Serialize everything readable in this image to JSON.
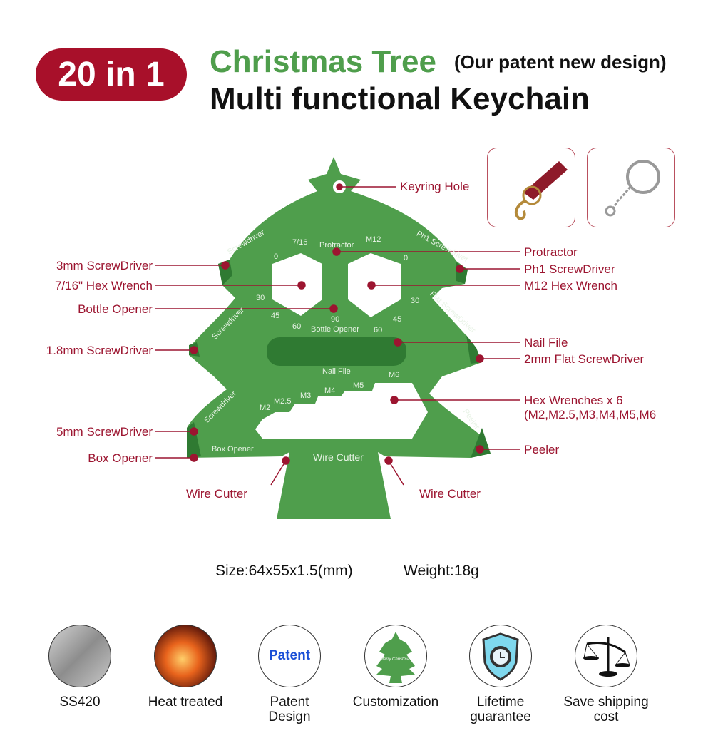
{
  "header": {
    "badge": "20 in 1",
    "title_green": "Christmas Tree",
    "title_note": "(Our patent new design)",
    "title_black": "Multi functional Keychain"
  },
  "colors": {
    "accent_red": "#a8102a",
    "tree_green": "#4f9e4c",
    "annotation_red": "#9c1530"
  },
  "annotations": {
    "keyring_hole": "Keyring Hole",
    "protractor": "Protractor",
    "ph1": "Ph1 ScrewDriver",
    "m12": "M12 Hex Wrench",
    "nail_file": "Nail File",
    "flat2mm": "2mm Flat ScrewDriver",
    "hex6_line1": "Hex Wrenches x 6",
    "hex6_line2": "(M2,M2.5,M3,M4,M5,M6",
    "peeler": "Peeler",
    "sd3mm": "3mm ScrewDriver",
    "hex716": "7/16\" Hex Wrench",
    "bottle": "Bottle Opener",
    "sd18mm": "1.8mm ScrewDriver",
    "sd5mm": "5mm ScrewDriver",
    "box": "Box Opener",
    "wire_left": "Wire Cutter",
    "wire_right": "Wire Cutter"
  },
  "engraving": {
    "screwdriver1": "Screwdriver",
    "screwdriver2": "Screwdriver",
    "screwdriver3": "Screwdriver",
    "s716": "7/16",
    "protractor": "Protractor",
    "m12": "M12",
    "ph1": "Ph1 Screwdriver",
    "flat": "Flat ScrewDriver",
    "d0a": "0",
    "d0b": "0",
    "d30a": "30",
    "d30b": "30",
    "d45a": "45",
    "d45b": "45",
    "d60a": "60",
    "d60b": "60",
    "d90": "90",
    "bottle": "Bottle Opener",
    "nail": "Nail File",
    "m2": "M2",
    "m25": "M2.5",
    "m3": "M3",
    "m4": "M4",
    "m5": "M5",
    "m6": "M6",
    "peeler": "Peeler",
    "box": "Box Opener",
    "wire": "Wire Cutter"
  },
  "specs": {
    "size": "Size:64x55x1.5(mm)",
    "weight": "Weight:18g"
  },
  "features": [
    {
      "icon": "steel-disc-icon",
      "line1": "SS420",
      "line2": ""
    },
    {
      "icon": "heat-icon",
      "line1": "Heat treated",
      "line2": ""
    },
    {
      "icon": "patent-icon",
      "text": "Patent",
      "line1": "Patent",
      "line2": "Design"
    },
    {
      "icon": "custom-tree-icon",
      "text": "Merry Christmas",
      "line1": "Customization",
      "line2": ""
    },
    {
      "icon": "shield-clock-icon",
      "line1": "Lifetime",
      "line2": "guarantee"
    },
    {
      "icon": "scale-icon",
      "line1": "Save shipping",
      "line2": "cost"
    }
  ]
}
